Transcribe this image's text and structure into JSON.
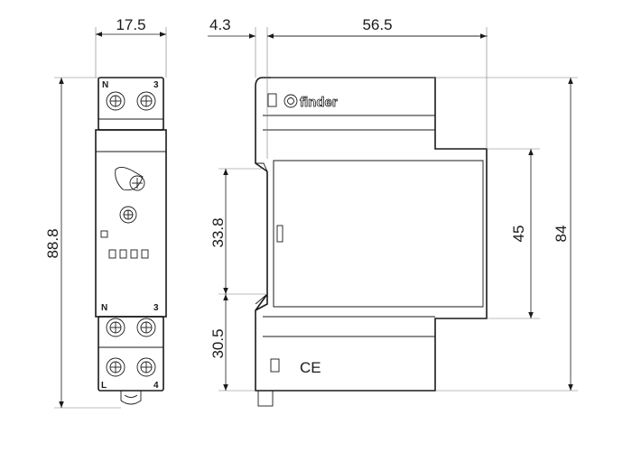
{
  "dimensions": {
    "front_width": "17.5",
    "rail_clip_width": "4.3",
    "body_depth": "56.5",
    "front_height": "88.8",
    "rail_height": "33.8",
    "lower_offset": "30.5",
    "front_face_height": "45",
    "side_height": "84"
  },
  "front_view": {
    "top_left_terminal": "N",
    "top_right_terminal": "3",
    "mid_left_terminal": "N",
    "mid_right_terminal": "3",
    "bottom_left_terminal": "L",
    "bottom_right_terminal": "4"
  },
  "side_view": {
    "brand": "finder",
    "mark": "CE"
  }
}
